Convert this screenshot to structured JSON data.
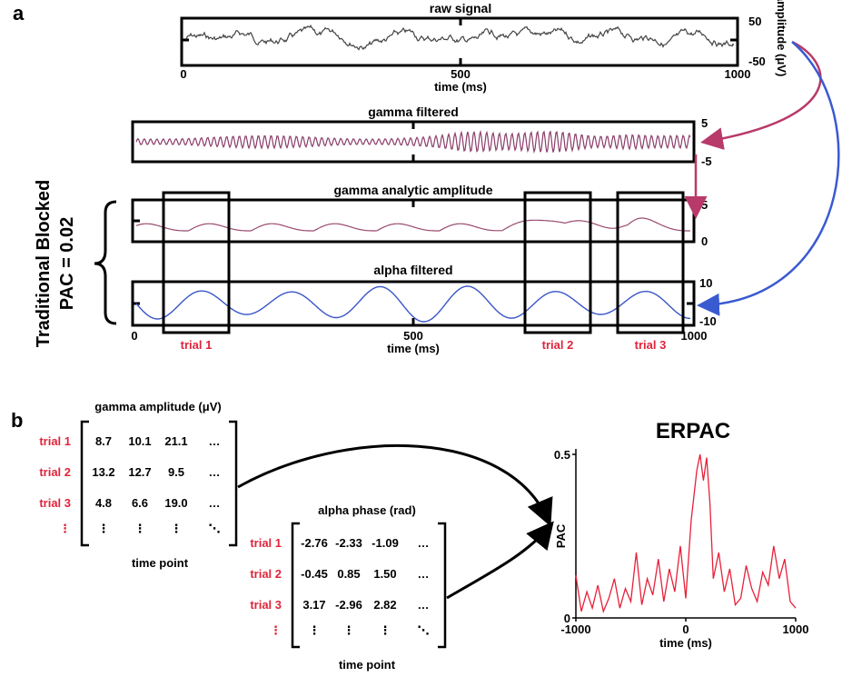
{
  "panel_a": {
    "label": "a",
    "raw": {
      "title": "raw signal",
      "y_top": "50",
      "y_bottom": "-50",
      "y_unit": "amplitude (μV)",
      "x_ticks": [
        "0",
        "500",
        "1000"
      ],
      "x_label": "time (ms)"
    },
    "gamma_filtered": {
      "title": "gamma filtered",
      "y_top": "5",
      "y_bottom": "-5"
    },
    "gamma_amp": {
      "title": "gamma analytic amplitude",
      "y_top": "5",
      "y_bottom": "0"
    },
    "alpha_filtered": {
      "title": "alpha filtered",
      "y_top": "10",
      "y_bottom": "-10",
      "x_ticks": [
        "0",
        "500",
        "1000"
      ],
      "x_label": "time (ms)"
    },
    "trials": [
      "trial 1",
      "trial 2",
      "trial 3"
    ],
    "side_label_line1": "Traditional Blocked",
    "side_label_line2": "PAC = 0.02"
  },
  "panel_b": {
    "label": "b",
    "gamma_matrix": {
      "title": "gamma amplitude (μV)",
      "row_labels": [
        "trial 1",
        "trial 2",
        "trial 3",
        "⋮"
      ],
      "rows": [
        [
          "8.7",
          "10.1",
          "21.1",
          "…"
        ],
        [
          "13.2",
          "12.7",
          "9.5",
          "…"
        ],
        [
          "4.8",
          "6.6",
          "19.0",
          "…"
        ],
        [
          "⋮",
          "⋮",
          "⋮",
          "⋱"
        ]
      ],
      "footer": "time point"
    },
    "alpha_matrix": {
      "title": "alpha phase (rad)",
      "row_labels": [
        "trial 1",
        "trial 2",
        "trial 3",
        "⋮"
      ],
      "rows": [
        [
          "-2.76",
          "-2.33",
          "-1.09",
          "…"
        ],
        [
          "-0.45",
          "0.85",
          "1.50",
          "…"
        ],
        [
          "3.17",
          "-2.96",
          "2.82",
          "…"
        ],
        [
          "⋮",
          "⋮",
          "⋮",
          "⋱"
        ]
      ],
      "footer": "time point"
    }
  },
  "chart_data": {
    "type": "line",
    "title": "ERPAC",
    "xlabel": "time (ms)",
    "ylabel": "PAC",
    "xlim": [
      -1000,
      1000
    ],
    "ylim": [
      0,
      0.5
    ],
    "x_ticks": [
      "-1000",
      "0",
      "1000"
    ],
    "y_ticks": [
      "0",
      "0.5"
    ],
    "color": "#e8203a",
    "series": [
      {
        "x": [
          -1000,
          -950,
          -900,
          -850,
          -800,
          -750,
          -700,
          -650,
          -600,
          -550,
          -500,
          -450,
          -400,
          -350,
          -300,
          -250,
          -200,
          -150,
          -100,
          -50,
          0,
          50,
          100,
          130,
          160,
          190,
          220,
          250,
          300,
          350,
          400,
          450,
          500,
          550,
          600,
          650,
          700,
          750,
          800,
          850,
          900,
          950,
          1000
        ],
        "y": [
          0.13,
          0.02,
          0.08,
          0.03,
          0.1,
          0.02,
          0.06,
          0.12,
          0.03,
          0.09,
          0.05,
          0.2,
          0.04,
          0.12,
          0.07,
          0.18,
          0.05,
          0.15,
          0.08,
          0.22,
          0.06,
          0.3,
          0.45,
          0.5,
          0.42,
          0.49,
          0.35,
          0.12,
          0.2,
          0.08,
          0.15,
          0.04,
          0.06,
          0.16,
          0.09,
          0.05,
          0.14,
          0.1,
          0.22,
          0.12,
          0.18,
          0.05,
          0.03
        ]
      }
    ]
  }
}
